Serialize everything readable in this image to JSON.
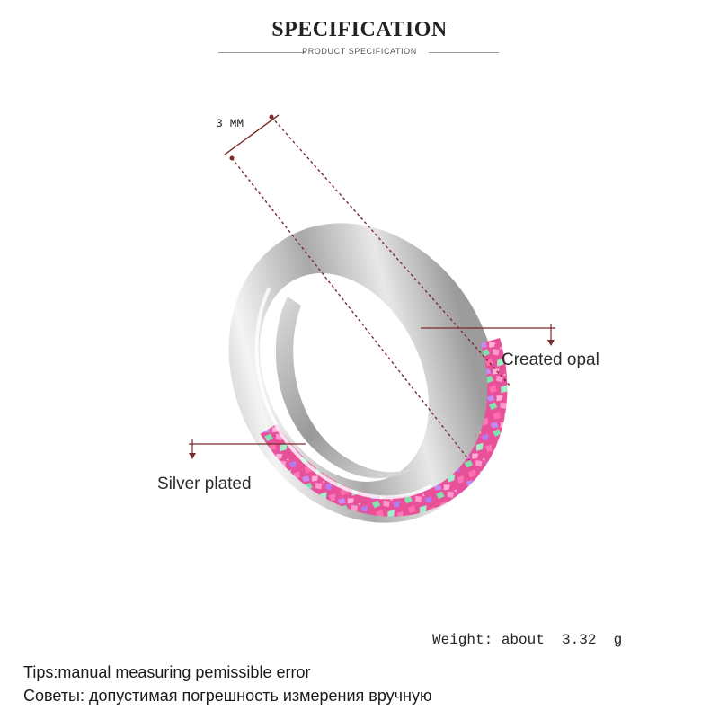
{
  "header": {
    "title": "SPECIFICATION",
    "subtitle": "PRODUCT SPECIFICATION"
  },
  "dimension": {
    "width_label": "3 MM"
  },
  "callouts": {
    "opal": "Created opal",
    "plating": "Silver plated"
  },
  "weight": {
    "text": "Weight: about  3.32  g"
  },
  "tips": {
    "english": "Tips:manual measuring pemissible error",
    "russian": "Советы: допустимая погрешность измерения вручную"
  },
  "colors": {
    "leader_line": "#7a2a2a",
    "opal_base": "#e8509a",
    "silver": "#c8c8c8"
  }
}
